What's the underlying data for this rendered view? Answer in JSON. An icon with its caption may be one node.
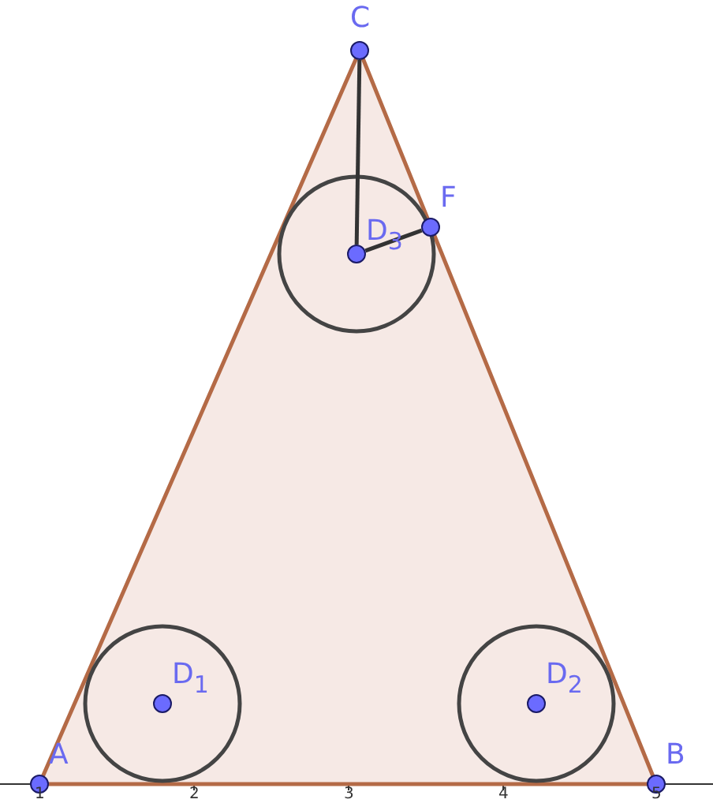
{
  "diagram": {
    "nodes": [
      {
        "text": [
          "C"
        ]
      },
      {
        "text": [
          "F"
        ]
      },
      {
        "text": [
          "D$_{3}$"
        ]
      },
      {
        "text": [
          "D$_{1}$"
        ]
      },
      {
        "text": [
          "D$_{2}$"
        ]
      },
      {
        "text": [
          "A"
        ]
      },
      {
        "text": [
          "B"
        ]
      }
    ],
    "edges": [
      {
        "from": 2,
        "to": 0,
        "arrow": "none"
      },
      {
        "from": 2,
        "to": 1,
        "arrow": "none"
      }
    ],
    "labels": [
      "1",
      "2",
      "3",
      "4",
      "5"
    ]
  }
}
